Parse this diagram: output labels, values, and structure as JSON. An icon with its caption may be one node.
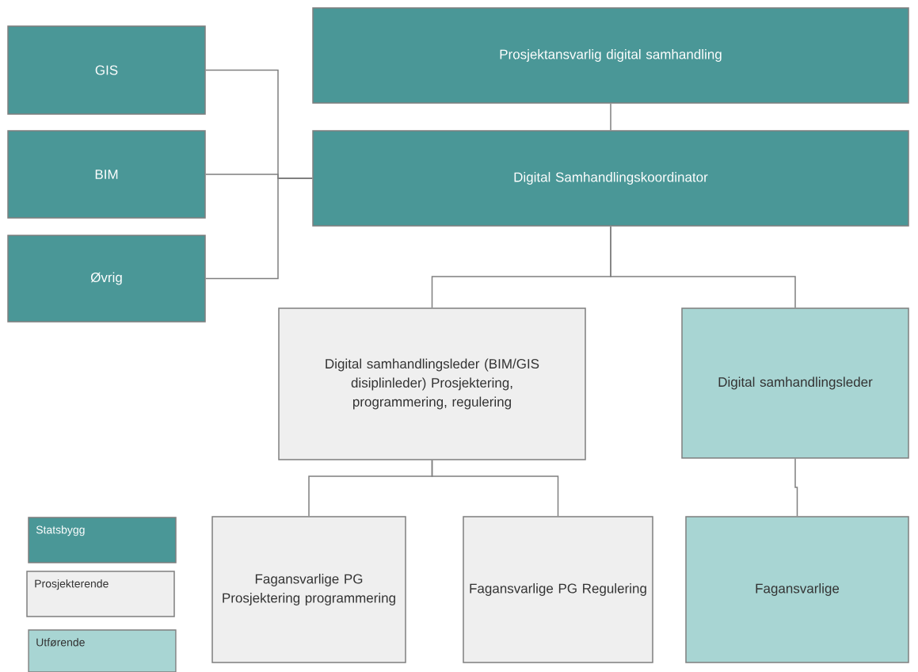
{
  "diagram": {
    "nodes": [
      {
        "text": [
          "Prosjektansvarlig digital samhandling"
        ]
      },
      {
        "text": [
          "GIS"
        ]
      },
      {
        "text": [
          "BIM"
        ]
      },
      {
        "text": [
          "Øvrig"
        ]
      },
      {
        "text": [
          "Digital Samhandlingskoordinator"
        ]
      },
      {
        "text": [
          "Digital samhandlingsleder (BIM/GIS disiplinleder) Prosjektering, programmering, regulering"
        ]
      },
      {
        "text": [
          "Digital samhandlingsleder"
        ]
      },
      {
        "text": [
          "Fagansvarlige PG Prosjektering programmering"
        ]
      },
      {
        "text": [
          "Fagansvarlige PG Regulering"
        ]
      },
      {
        "text": [
          "Fagansvarlige"
        ]
      }
    ],
    "edges": [
      {
        "from": 0,
        "to": 4,
        "arrow": "none"
      },
      {
        "from": 1,
        "to": 4,
        "arrow": "none"
      },
      {
        "from": 2,
        "to": 4,
        "arrow": "none"
      },
      {
        "from": 3,
        "to": 4,
        "arrow": "none"
      },
      {
        "from": 4,
        "to": 5,
        "arrow": "none"
      },
      {
        "from": 4,
        "to": 6,
        "arrow": "none"
      },
      {
        "from": 5,
        "to": 7,
        "arrow": "none"
      },
      {
        "from": 5,
        "to": 8,
        "arrow": "none"
      },
      {
        "from": 6,
        "to": 9,
        "arrow": "none"
      }
    ],
    "legend": [
      {
        "text": "Statsbygg",
        "color": "#4a9797"
      },
      {
        "text": "Prosjekterende",
        "color": "#efefef"
      },
      {
        "text": "Utførende",
        "color": "#a8d5d3"
      }
    ]
  }
}
